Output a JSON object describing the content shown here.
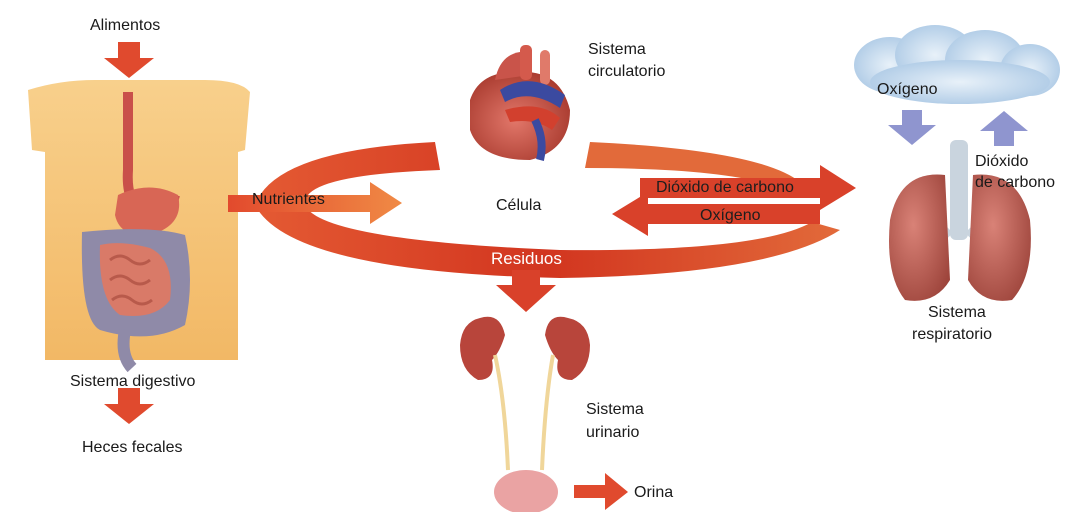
{
  "labels": {
    "alimentos": "Alimentos",
    "sistema_digestivo": "Sistema digestivo",
    "heces_fecales": "Heces fecales",
    "sistema_circulatorio_1": "Sistema",
    "sistema_circulatorio_2": "circulatorio",
    "nutrientes": "Nutrientes",
    "celula": "Célula",
    "residuos": "Residuos",
    "dioxido_carbono_arrow": "Dióxido de carbono",
    "oxigeno_arrow": "Oxígeno",
    "oxigeno_cloud": "Oxígeno",
    "dioxido_1": "Dióxido",
    "dioxido_2": "de carbono",
    "sistema_respiratorio_1": "Sistema",
    "sistema_respiratorio_2": "respiratorio",
    "sistema_urinario_1": "Sistema",
    "sistema_urinario_2": "urinario",
    "orina": "Orina"
  },
  "colors": {
    "flow_red": "#d9412a",
    "flow_orange": "#e8703a",
    "torso": "#f6c77d",
    "oxygen_arrow": "#8f95cf",
    "cloud": "#b9d3ea"
  }
}
